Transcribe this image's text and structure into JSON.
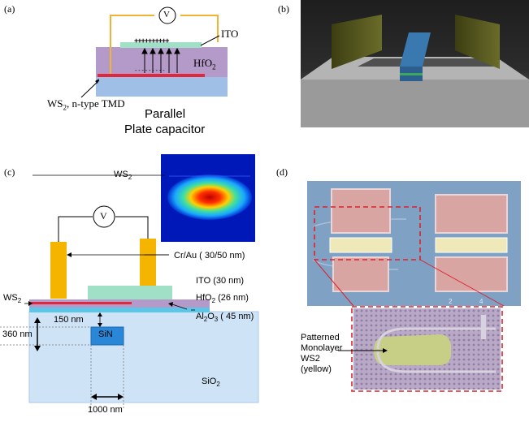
{
  "panels": {
    "a": {
      "tag": "(a)",
      "meter": "V",
      "ito": "ITO",
      "hfo2": "HfO",
      "hfo2_sub": "2",
      "ws2_pre": "WS",
      "ws2_sub": "2",
      "ws2_post": ", n-type TMD",
      "charges_pos": "++++++++++",
      "charges_neg": "- - - - - - - - -",
      "caption_line1": "Parallel",
      "caption_line2": "Plate capacitor"
    },
    "b": {
      "tag": "(b)"
    },
    "c": {
      "tag": "(c)",
      "ws2_mode": "WS",
      "ws2_mode_sub": "2",
      "meter": "V",
      "electrode": "Cr/Au ( 30/50 nm)",
      "ito": "ITO (30 nm)",
      "ws2_side": "WS",
      "ws2_side_sub": "2",
      "hfo2": "HfO",
      "hfo2_sub": "2",
      "hfo2_post": " (26 nm)",
      "al2o3": "Al",
      "al2o3_sub1": "2",
      "al2o3_mid": "O",
      "al2o3_sub2": "3",
      "al2o3_post": " ( 45 nm)",
      "gap": "150 nm",
      "height": "360 nm",
      "sin": "SiN",
      "sio2": "SiO",
      "sio2_sub": "2",
      "width": "1000 nm"
    },
    "d": {
      "tag": "(d)",
      "mark_2": "2",
      "mark_4": "4",
      "inset_line1": "Patterned",
      "inset_line2": "Monolayer",
      "inset_line3": "WS2",
      "inset_line4": "(yellow)"
    }
  },
  "colors": {
    "ito": "#9fe0c6",
    "hfo2": "#b49ac8",
    "ws2": "#e0283c",
    "substrate": "#9fbfe6",
    "wire": "#f2b233",
    "gold": "#f5b400",
    "sin": "#2a86d6",
    "sio2": "#cfe3f6",
    "al2o3": "#5cc6e8"
  }
}
